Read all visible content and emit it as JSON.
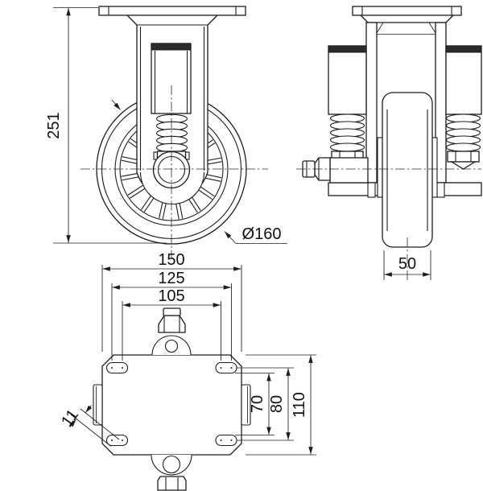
{
  "drawing": {
    "type": "technical-drawing",
    "subject": "spring-loaded fixed caster, three orthographic views",
    "background_color": "#ffffff",
    "line_color": "#1c1c1c",
    "dimensions": {
      "overall_height": "251",
      "wheel_diameter": "Ø160",
      "wheel_width": "50",
      "plate_length": "150",
      "bolt_spacing_outer": "125",
      "bolt_spacing_inner": "105",
      "slot_spacing_inner": "70",
      "slot_spacing_centers": "80",
      "plate_width": "110",
      "slot_width": "11"
    }
  }
}
